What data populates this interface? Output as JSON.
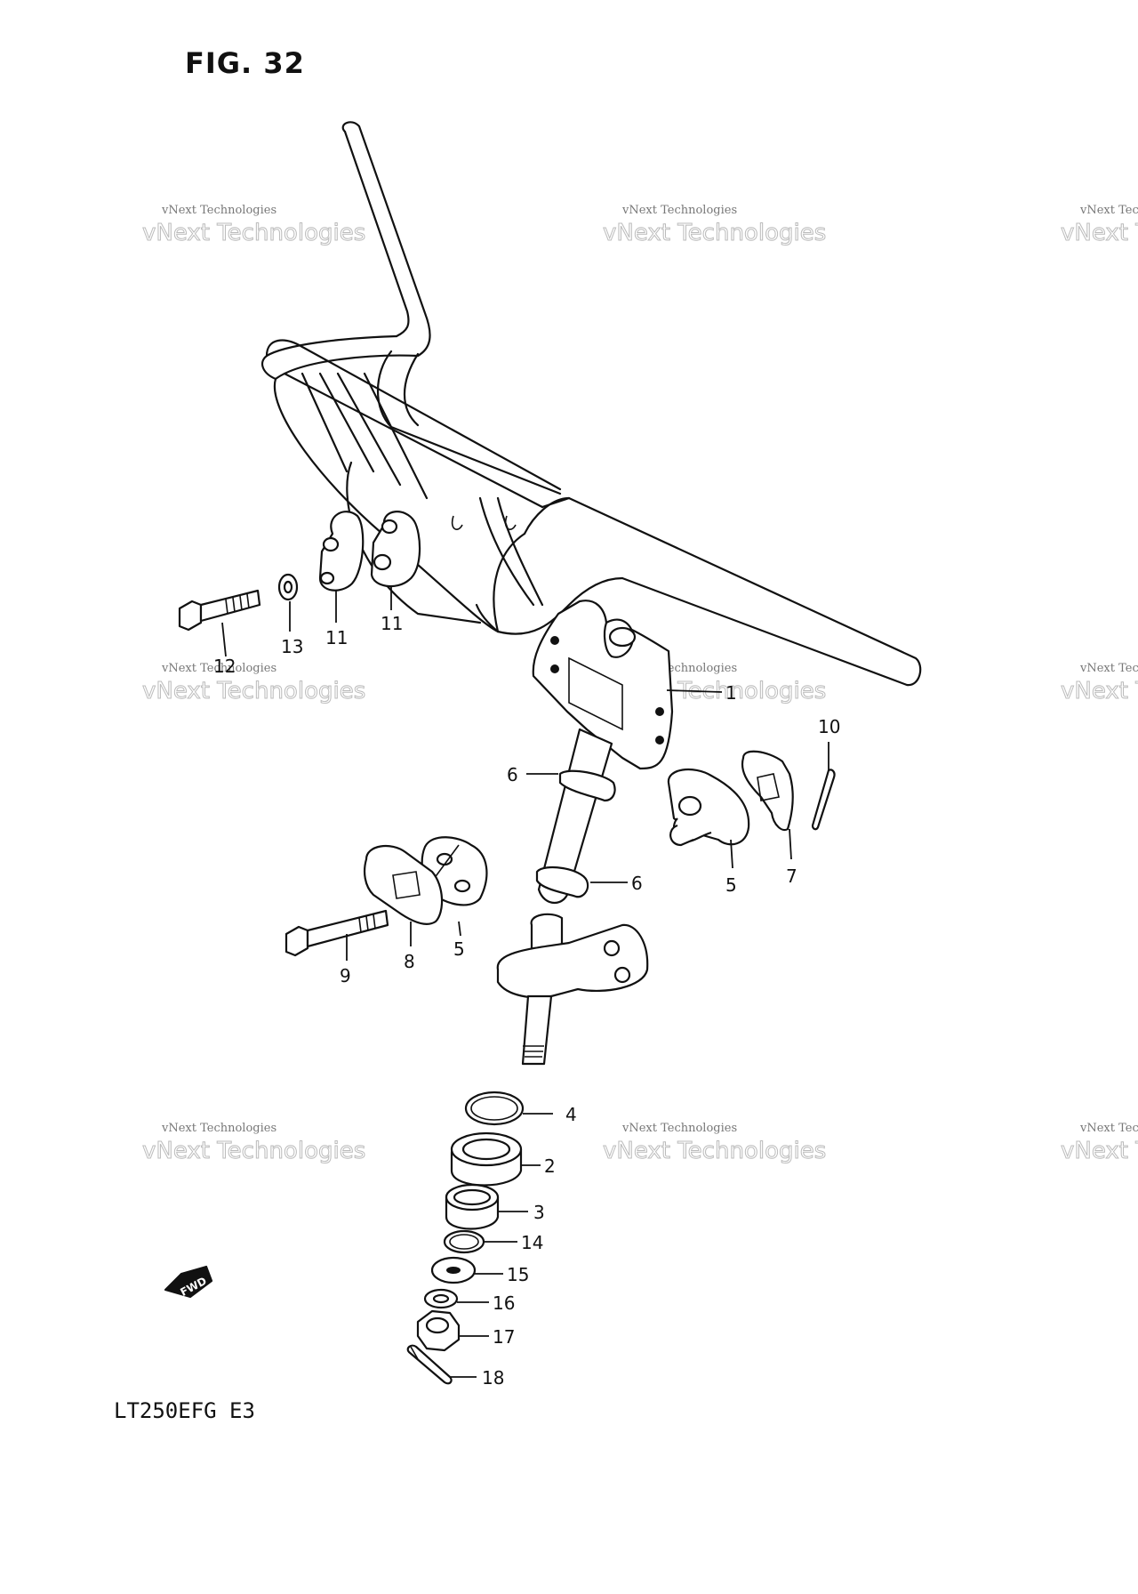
{
  "figure": {
    "title": "FIG. 32",
    "model": "LT250EFG E3"
  },
  "watermark": {
    "line1": "vNext Technologies",
    "line2": "vNext Technologies"
  },
  "fwd_badge": "FWD",
  "callouts": [
    {
      "id": "c1",
      "text": "1"
    },
    {
      "id": "c2",
      "text": "2"
    },
    {
      "id": "c3",
      "text": "3"
    },
    {
      "id": "c4",
      "text": "4"
    },
    {
      "id": "c5a",
      "text": "5"
    },
    {
      "id": "c5b",
      "text": "5"
    },
    {
      "id": "c6a",
      "text": "6"
    },
    {
      "id": "c6b",
      "text": "6"
    },
    {
      "id": "c7",
      "text": "7"
    },
    {
      "id": "c8",
      "text": "8"
    },
    {
      "id": "c9",
      "text": "9"
    },
    {
      "id": "c10",
      "text": "10"
    },
    {
      "id": "c11a",
      "text": "11"
    },
    {
      "id": "c11b",
      "text": "11"
    },
    {
      "id": "c12",
      "text": "12"
    },
    {
      "id": "c13",
      "text": "13"
    },
    {
      "id": "c14",
      "text": "14"
    },
    {
      "id": "c15",
      "text": "15"
    },
    {
      "id": "c16",
      "text": "16"
    },
    {
      "id": "c17",
      "text": "17"
    },
    {
      "id": "c18",
      "text": "18"
    }
  ]
}
